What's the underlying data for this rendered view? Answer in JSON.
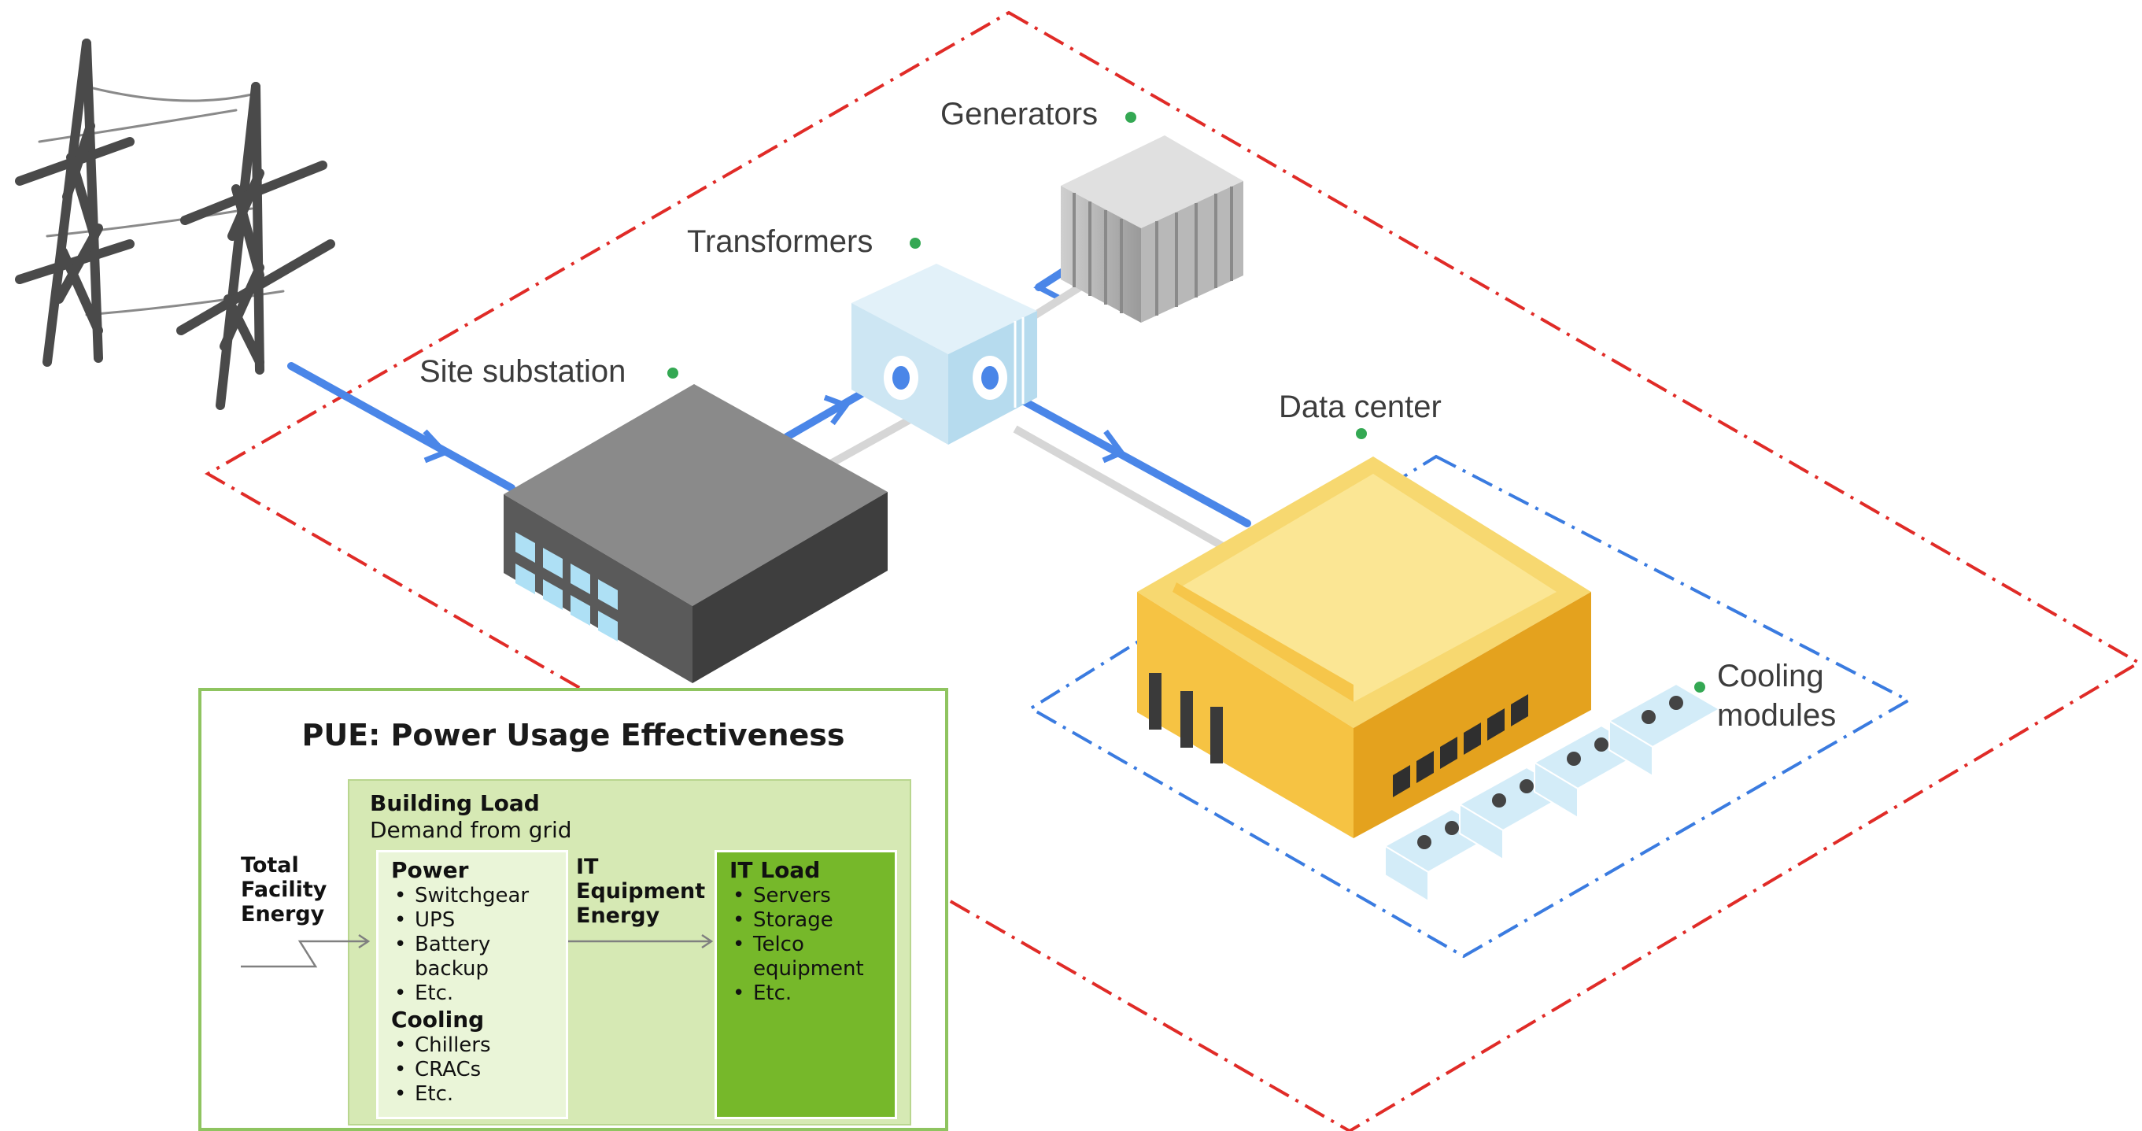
{
  "labels": {
    "generators": "Generators",
    "transformers": "Transformers",
    "site_substation": "Site substation",
    "data_center": "Data center",
    "cooling_modules_line1": "Cooling",
    "cooling_modules_line2": "modules"
  },
  "pue": {
    "title": "PUE:  Power Usage Effectiveness",
    "building_title": "Building Load",
    "building_subtitle": "Demand from grid",
    "total_facility": [
      "Total",
      "Facility",
      "Energy"
    ],
    "power": {
      "title": "Power",
      "items": [
        "Switchgear",
        "UPS",
        "Battery backup",
        "Etc."
      ]
    },
    "cooling": {
      "title": "Cooling",
      "items": [
        "Chillers",
        "CRACs",
        "Etc."
      ]
    },
    "it_equipment": [
      "IT",
      "Equipment",
      "Energy"
    ],
    "it_load": {
      "title": "IT Load",
      "items": [
        "Servers",
        "Storage",
        "Telco equipment",
        "Etc."
      ]
    }
  },
  "colors": {
    "site_boundary": "#e02b27",
    "data_center_boundary": "#3a7be0",
    "power_line": "#4a86e8",
    "label_dot": "#34a853",
    "data_center_body": "#f6c343",
    "pue_border": "#8fc460",
    "it_load_fill": "#76b82a"
  }
}
